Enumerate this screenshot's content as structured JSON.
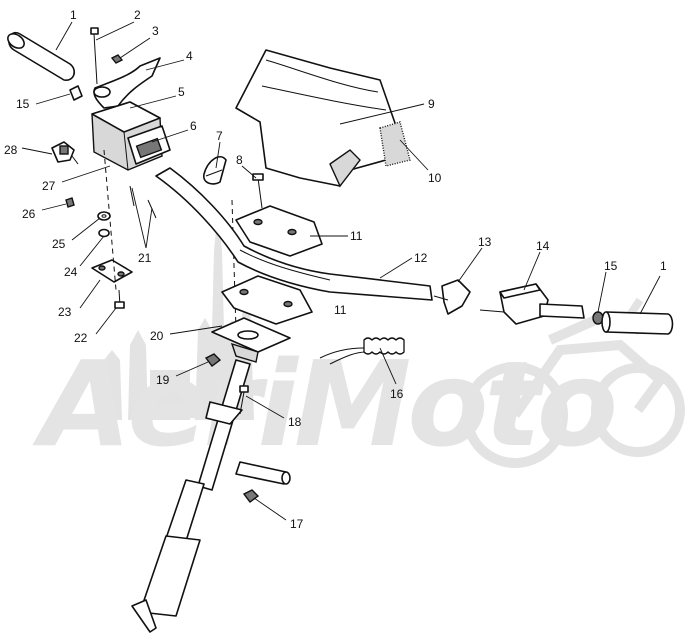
{
  "watermark": {
    "text": "AeriMoto"
  },
  "callouts": [
    {
      "id": "c1a",
      "label": "1"
    },
    {
      "id": "c2",
      "label": "2"
    },
    {
      "id": "c3",
      "label": "3"
    },
    {
      "id": "c4",
      "label": "4"
    },
    {
      "id": "c5",
      "label": "5"
    },
    {
      "id": "c6",
      "label": "6"
    },
    {
      "id": "c7",
      "label": "7"
    },
    {
      "id": "c8",
      "label": "8"
    },
    {
      "id": "c9",
      "label": "9"
    },
    {
      "id": "c10",
      "label": "10"
    },
    {
      "id": "c11a",
      "label": "11"
    },
    {
      "id": "c11b",
      "label": "11"
    },
    {
      "id": "c12",
      "label": "12"
    },
    {
      "id": "c13",
      "label": "13"
    },
    {
      "id": "c14",
      "label": "14"
    },
    {
      "id": "c15a",
      "label": "15"
    },
    {
      "id": "c15b",
      "label": "15"
    },
    {
      "id": "c1b",
      "label": "1"
    },
    {
      "id": "c16",
      "label": "16"
    },
    {
      "id": "c17",
      "label": "17"
    },
    {
      "id": "c18",
      "label": "18"
    },
    {
      "id": "c19",
      "label": "19"
    },
    {
      "id": "c20",
      "label": "20"
    },
    {
      "id": "c21",
      "label": "21"
    },
    {
      "id": "c22",
      "label": "22"
    },
    {
      "id": "c23",
      "label": "23"
    },
    {
      "id": "c24",
      "label": "24"
    },
    {
      "id": "c25",
      "label": "25"
    },
    {
      "id": "c26",
      "label": "26"
    },
    {
      "id": "c27",
      "label": "27"
    },
    {
      "id": "c28",
      "label": "28"
    }
  ]
}
